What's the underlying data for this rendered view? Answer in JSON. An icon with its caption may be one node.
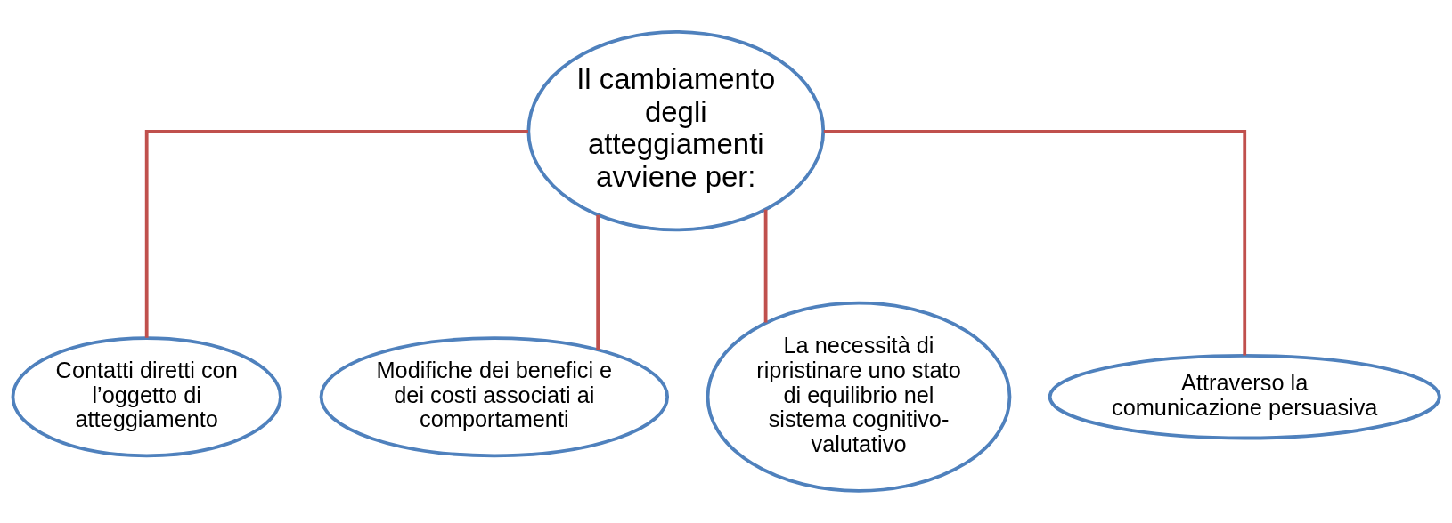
{
  "diagram": {
    "nodes": [
      {
        "text": [
          "Il cambiamento degli atteggiamenti avviene per:"
        ]
      },
      {
        "text": [
          "Contatti diretti con l’oggetto di atteggiamento"
        ]
      },
      {
        "text": [
          "Modifiche dei benefici e dei costi associati ai comportamenti"
        ]
      },
      {
        "text": [
          "La necessità di ripristinare uno stato di equilibrio nel sistema cognitivo-valutativo"
        ]
      },
      {
        "text": [
          "Attraverso la comunicazione persuasiva"
        ]
      }
    ],
    "edges": [
      {
        "from": 0,
        "to": 1,
        "arrow": "none"
      },
      {
        "from": 0,
        "to": 2,
        "arrow": "none"
      },
      {
        "from": 0,
        "to": 3,
        "arrow": "none"
      },
      {
        "from": 0,
        "to": 4,
        "arrow": "none"
      }
    ]
  }
}
